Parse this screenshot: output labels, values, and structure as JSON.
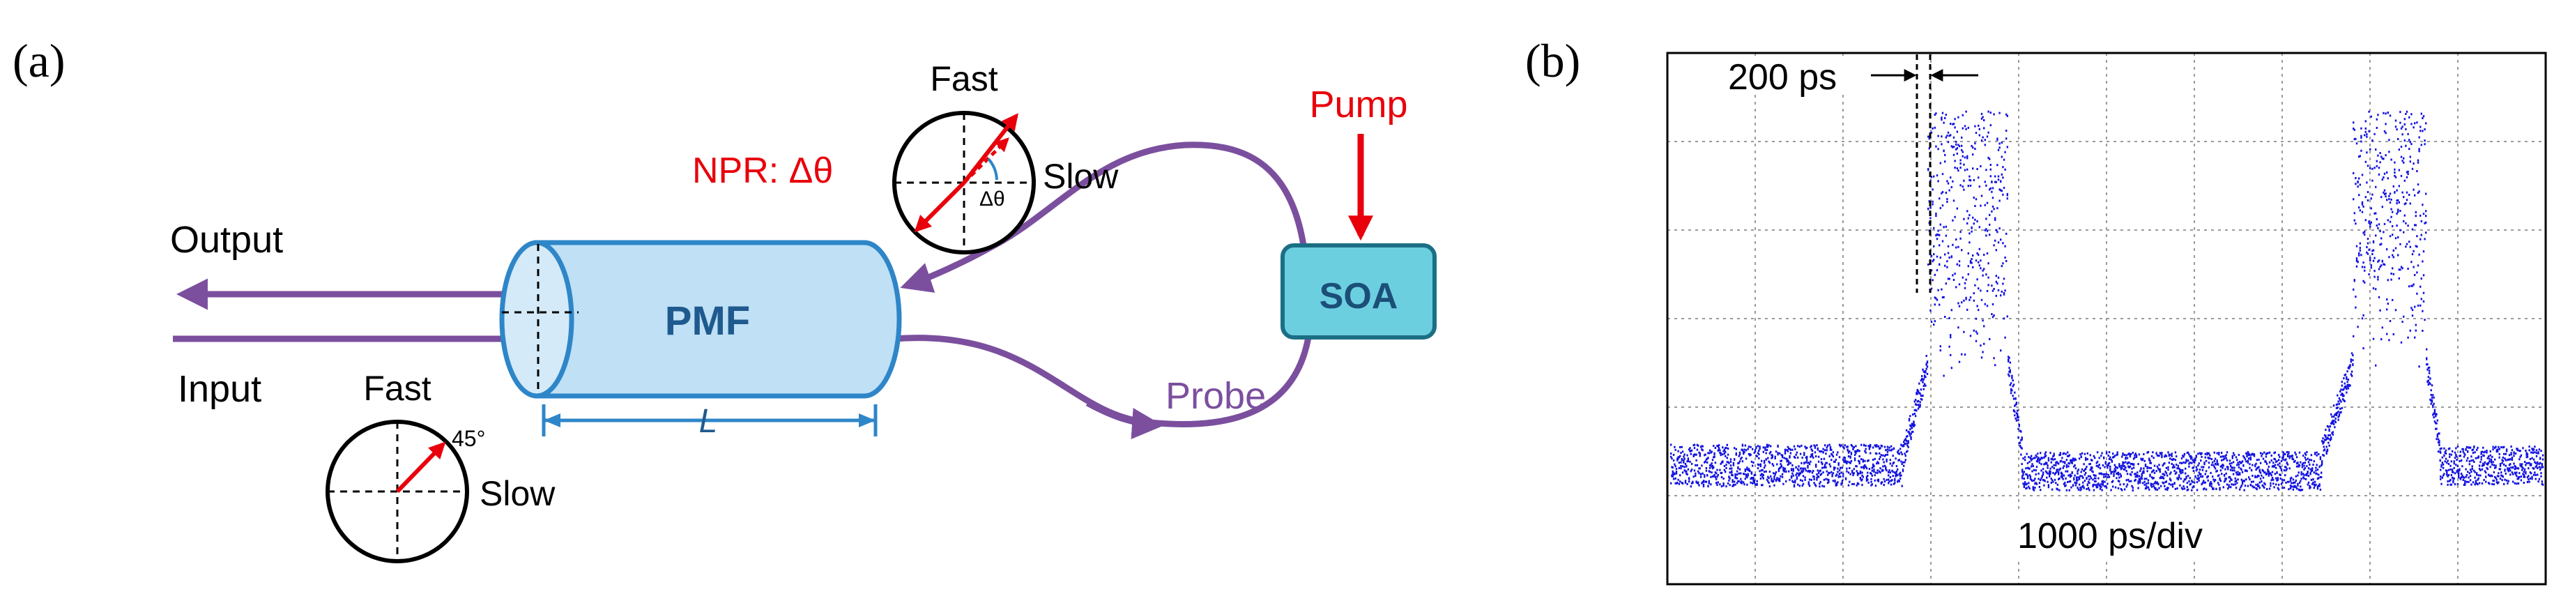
{
  "panel_a": {
    "label": "(a)",
    "output_label": "Output",
    "input_label": "Input",
    "pmf_label": "PMF",
    "length_label": "L",
    "soa_label": "SOA",
    "pump_label": "Pump",
    "probe_label": "Probe",
    "npr_label": "NPR: Δθ",
    "top_circle": {
      "fast_label": "Fast",
      "slow_label": "Slow",
      "angle_label": "Δθ"
    },
    "bottom_circle": {
      "fast_label": "Fast",
      "slow_label": "Slow",
      "angle_label": "45°"
    },
    "colors": {
      "fiber": "#7B4F9E",
      "pmf_fill": "#BFE0F5",
      "pmf_stroke": "#2E86C8",
      "pmf_text": "#1F5A8F",
      "soa_fill": "#6CCFE0",
      "soa_stroke": "#1B6F85",
      "soa_text": "#1B4F78",
      "red": "#E8000B",
      "blue_dim": "#2E86C8"
    }
  },
  "panel_b": {
    "label": "(b)",
    "pulse_width_label": "200 ps",
    "timebase_label": "1000 ps/div",
    "colors": {
      "trace": "#1010E0",
      "grid": "#9A9A9A"
    }
  }
}
